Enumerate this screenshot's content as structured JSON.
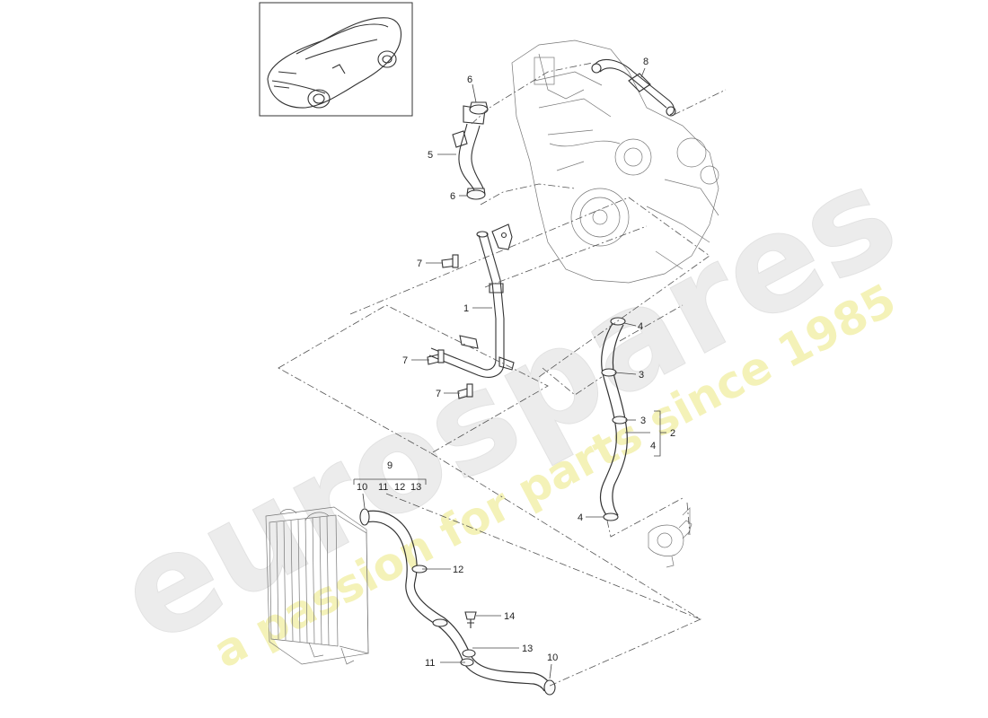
{
  "watermark": {
    "brand": "eurospares",
    "tagline": "a passion for parts since 1985"
  },
  "callouts": {
    "c1": "1",
    "c2": "2",
    "c3a": "3",
    "c3b": "3",
    "c4a": "4",
    "c4b": "4",
    "c4c": "4",
    "c5": "5",
    "c6a": "6",
    "c6b": "6",
    "c7a": "7",
    "c7b": "7",
    "c7c": "7",
    "c8": "8",
    "c9": "9",
    "c10a": "10",
    "c10b": "10",
    "c11a": "11",
    "c11b": "11",
    "c12a": "12",
    "c12b": "12",
    "c13a": "13",
    "c13b": "13",
    "c14": "14"
  }
}
